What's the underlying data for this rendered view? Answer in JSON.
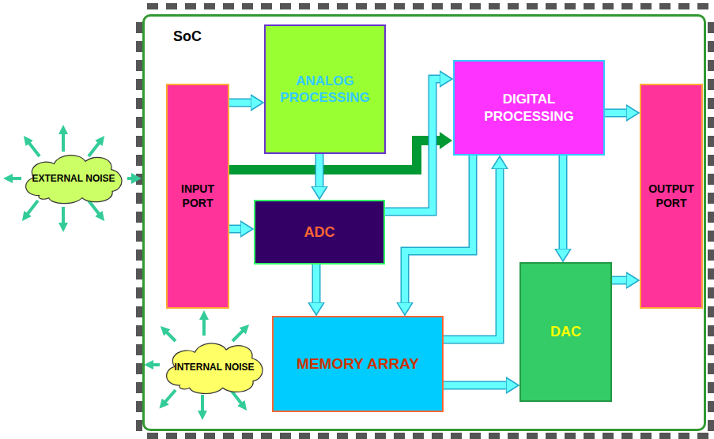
{
  "diagram": {
    "nodes": [
      {
        "text": [
          "SoC"
        ]
      },
      {
        "text": [
          "INPUT PORT"
        ],
        "in": 0
      },
      {
        "text": [
          "ANALOG PROCESSING"
        ],
        "in": 0
      },
      {
        "text": [
          "ADC"
        ],
        "in": 0
      },
      {
        "text": [
          "DIGITAL PROCESSING"
        ],
        "in": 0
      },
      {
        "text": [
          "MEMORY ARRAY"
        ],
        "in": 0
      },
      {
        "text": [
          "DAC"
        ],
        "in": 0
      },
      {
        "text": [
          "OUTPUT PORT"
        ],
        "in": 0
      },
      {
        "text": [
          "EXTERNAL NOISE"
        ]
      },
      {
        "text": [
          "INTERNAL NOISE"
        ],
        "in": 0
      }
    ],
    "edges": [
      {
        "from": 1,
        "to": 2,
        "arrow": "to"
      },
      {
        "from": 1,
        "to": 4,
        "arrow": "to"
      },
      {
        "from": 1,
        "to": 3,
        "arrow": "to"
      },
      {
        "from": 2,
        "to": 3,
        "arrow": "to"
      },
      {
        "from": 3,
        "to": 4,
        "arrow": "to"
      },
      {
        "from": 3,
        "to": 5,
        "arrow": "to"
      },
      {
        "from": 4,
        "to": 5,
        "arrow": "to"
      },
      {
        "from": 5,
        "to": 4,
        "arrow": "to"
      },
      {
        "from": 4,
        "to": 7,
        "arrow": "to"
      },
      {
        "from": 4,
        "to": 6,
        "arrow": "to"
      },
      {
        "from": 5,
        "to": 6,
        "arrow": "to"
      },
      {
        "from": 6,
        "to": 7,
        "arrow": "to"
      },
      {
        "from": 8,
        "to": 0,
        "arrow": "to"
      }
    ]
  }
}
